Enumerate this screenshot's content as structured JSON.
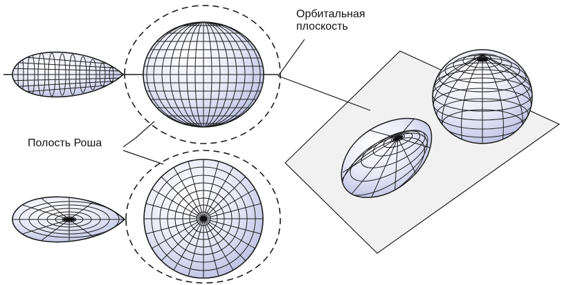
{
  "labels": {
    "orbital_plane_line1": "Орбитальная",
    "orbital_plane_line2": "плоскость",
    "roche_lobe": "Полость Роша"
  },
  "colors": {
    "body_fill": "#dfe2f3",
    "grid_line": "#1a1a1a",
    "plane_fill": "#f1f1f1"
  }
}
